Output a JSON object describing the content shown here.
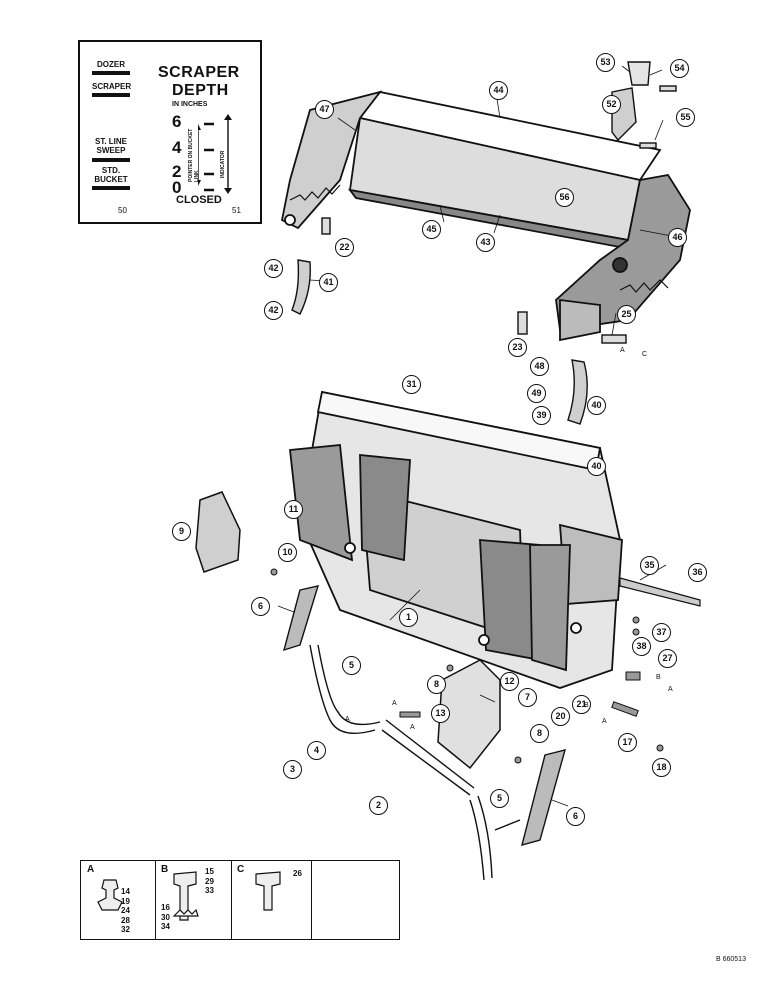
{
  "decal": {
    "title_line1": "SCRAPER",
    "title_line2": "DEPTH",
    "units": "IN INCHES",
    "depths": [
      "6",
      "4",
      "2",
      "0"
    ],
    "closed": "CLOSED",
    "pointer_text": "POINTER ON BUCKET LINK",
    "indicator_text": "INDICATOR",
    "modes": [
      "DOZER",
      "SCRAPER",
      "ST. LINE SWEEP",
      "STD. BUCKET"
    ],
    "refs": [
      "50",
      "51"
    ]
  },
  "callouts": [
    {
      "id": "1",
      "text": "1"
    },
    {
      "id": "2",
      "text": "2"
    },
    {
      "id": "3",
      "text": "3"
    },
    {
      "id": "4",
      "text": "4"
    },
    {
      "id": "5a",
      "text": "5"
    },
    {
      "id": "5b",
      "text": "5"
    },
    {
      "id": "6a",
      "text": "6"
    },
    {
      "id": "6b",
      "text": "6"
    },
    {
      "id": "7",
      "text": "7"
    },
    {
      "id": "8a",
      "text": "8"
    },
    {
      "id": "8b",
      "text": "8"
    },
    {
      "id": "9",
      "text": "9"
    },
    {
      "id": "10",
      "text": "10"
    },
    {
      "id": "11",
      "text": "11"
    },
    {
      "id": "12",
      "text": "12"
    },
    {
      "id": "13",
      "text": "13"
    },
    {
      "id": "17",
      "text": "17"
    },
    {
      "id": "18",
      "text": "18"
    },
    {
      "id": "20",
      "text": "20"
    },
    {
      "id": "21",
      "text": "21"
    },
    {
      "id": "22",
      "text": "22"
    },
    {
      "id": "23",
      "text": "23"
    },
    {
      "id": "25",
      "text": "25"
    },
    {
      "id": "27",
      "text": "27"
    },
    {
      "id": "31",
      "text": "31"
    },
    {
      "id": "35",
      "text": "35"
    },
    {
      "id": "36",
      "text": "36"
    },
    {
      "id": "37",
      "text": "37"
    },
    {
      "id": "38",
      "text": "38"
    },
    {
      "id": "39",
      "text": "39"
    },
    {
      "id": "40a",
      "text": "40"
    },
    {
      "id": "40b",
      "text": "40"
    },
    {
      "id": "41",
      "text": "41"
    },
    {
      "id": "42a",
      "text": "42"
    },
    {
      "id": "42b",
      "text": "42"
    },
    {
      "id": "43",
      "text": "43"
    },
    {
      "id": "44",
      "text": "44"
    },
    {
      "id": "45",
      "text": "45"
    },
    {
      "id": "46",
      "text": "46"
    },
    {
      "id": "47",
      "text": "47"
    },
    {
      "id": "48",
      "text": "48"
    },
    {
      "id": "49",
      "text": "49"
    },
    {
      "id": "52",
      "text": "52"
    },
    {
      "id": "53",
      "text": "53"
    },
    {
      "id": "54",
      "text": "54"
    },
    {
      "id": "55",
      "text": "55"
    },
    {
      "id": "56",
      "text": "56"
    }
  ],
  "letter_marks": [
    "A",
    "C",
    "A",
    "B",
    "A",
    "A",
    "A",
    "B",
    "A"
  ],
  "legend": {
    "A": {
      "label": "A",
      "parts": [
        "14",
        "19",
        "24",
        "28",
        "32"
      ]
    },
    "B": {
      "label": "B",
      "parts_top": [
        "15",
        "29",
        "33"
      ],
      "parts_bottom": [
        "16",
        "30",
        "34"
      ]
    },
    "C": {
      "label": "C",
      "parts": [
        "26"
      ]
    }
  },
  "catalog_number": "B 660513"
}
